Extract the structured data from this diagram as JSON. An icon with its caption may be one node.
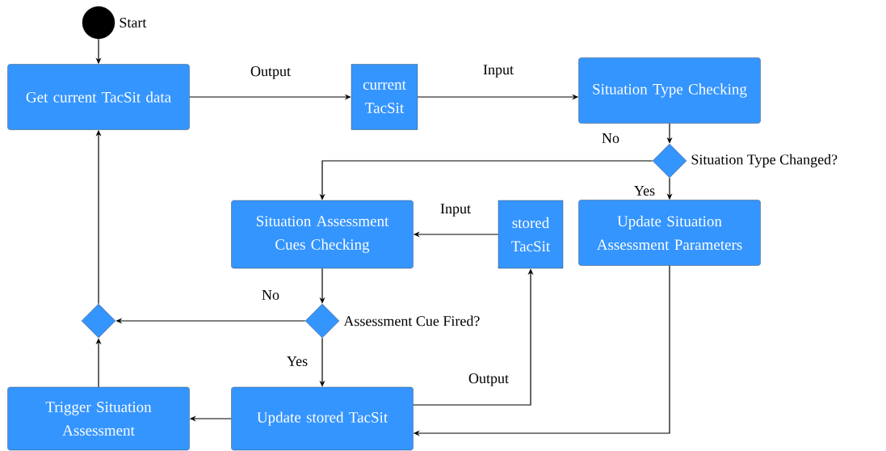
{
  "diagram": {
    "nodes": [
      {
        "text": [],
        "shape": "circle",
        "beside": [
          "Start"
        ]
      },
      {
        "text": [
          "Get current TacSit data"
        ]
      },
      {
        "text": [
          "current TacSit"
        ]
      },
      {
        "text": [
          "Situation Type Checking"
        ]
      },
      {
        "text": [],
        "shape": "diamond",
        "beside": [
          "Situation Type Changed?"
        ]
      },
      {
        "text": [
          "Situation Assessment Cues Checking"
        ]
      },
      {
        "text": [
          "stored TacSit"
        ]
      },
      {
        "text": [
          "Update Situation Assessment Parameters"
        ]
      },
      {
        "text": [],
        "shape": "diamond"
      },
      {
        "text": [],
        "shape": "diamond",
        "beside": [
          "Assessment Cue Fired?"
        ]
      },
      {
        "text": [
          "Trigger Situation Assessment"
        ]
      },
      {
        "text": [
          "Update stored TacSit"
        ]
      }
    ],
    "edges": [
      {
        "from": 0,
        "to": 1,
        "arrow": "to"
      },
      {
        "from": 1,
        "to": 2,
        "arrow": "to",
        "label": "Output"
      },
      {
        "from": 2,
        "to": 3,
        "arrow": "to",
        "label": "Input"
      },
      {
        "from": 3,
        "to": 4,
        "arrow": "to"
      },
      {
        "from": 4,
        "to": 5,
        "arrow": "to",
        "label": "No"
      },
      {
        "from": 4,
        "to": 7,
        "arrow": "to",
        "label": "Yes"
      },
      {
        "from": 6,
        "to": 5,
        "arrow": "to",
        "label": "Input"
      },
      {
        "from": 5,
        "to": 9,
        "arrow": "to"
      },
      {
        "from": 9,
        "to": 8,
        "arrow": "to",
        "label": "No"
      },
      {
        "from": 9,
        "to": 11,
        "arrow": "to",
        "label": "Yes"
      },
      {
        "from": 11,
        "to": 6,
        "arrow": "to",
        "label": "Output"
      },
      {
        "from": 7,
        "to": 11,
        "arrow": "to"
      },
      {
        "from": 11,
        "to": 10,
        "arrow": "to"
      },
      {
        "from": 10,
        "to": 8,
        "arrow": "to"
      },
      {
        "from": 8,
        "to": 1,
        "arrow": "to"
      }
    ]
  }
}
